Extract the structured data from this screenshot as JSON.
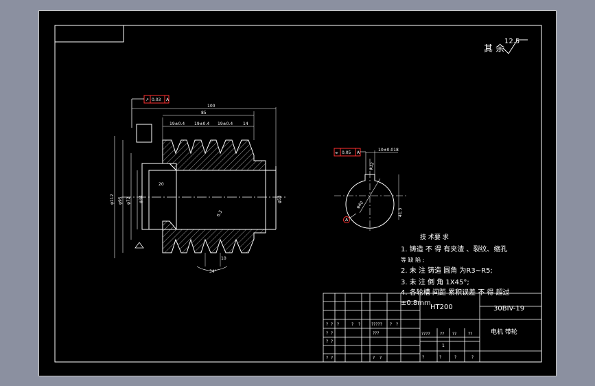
{
  "drawing": {
    "roughness_note": {
      "prefix": "其 余",
      "value": "12.5"
    },
    "main_view": {
      "runout_tolerance": {
        "symbol": "↗",
        "value": "0.03",
        "datum": "A"
      },
      "dimensions": {
        "overall_length": "100",
        "groove_span": "85",
        "groove_pitch_1": "19±0.4",
        "groove_pitch_2": "19±0.4",
        "groove_pitch_3": "19±0.4",
        "end_offset": "14",
        "dia_outer": "φ112",
        "dia_datum": "φ95",
        "dia_groove": "φ72",
        "dia_bore": "φ34",
        "dia_hub": "φ53",
        "chamfer_depth": "20",
        "groove_width": "10",
        "groove_angle": "34°",
        "roughness_mark": "6.3"
      }
    },
    "section_view": {
      "symmetry_tolerance": {
        "symbol": "⌯",
        "value": "0.05",
        "datum": "A"
      },
      "keyway_width": "10±0.018",
      "keyway_depth": "41.3",
      "bore_diameter": "φ40",
      "datum_label": "A",
      "side_mark": "φ32"
    },
    "technical_requirements": {
      "title": "技 术要 求",
      "items": [
        "1. 铸造 不 得 有夹渣 、裂纹、缩孔",
        "等 缺 陷 ;",
        "2. 未 注 铸造 圆角 为R3~R5;",
        "3. 未 注 倒 角 1X45°;",
        "4. 各轮槽 间距 累积误差 不 得 超过",
        "±0.8mm"
      ]
    },
    "title_block": {
      "material": "HT200",
      "drawing_no": "30BIV-19",
      "part_name": "电机 带轮",
      "row_a_cells": [
        "?",
        "?",
        "?",
        "?",
        "?",
        "?????",
        "?",
        "?"
      ],
      "row_b_cells": [
        "?",
        "?",
        "???"
      ],
      "row_c_cells": [
        "?",
        "?"
      ],
      "row_d_cells": [
        "?",
        "?",
        "?",
        "?"
      ],
      "info_row": [
        "????",
        "??",
        "??",
        "??"
      ],
      "info_row2": [
        "1"
      ],
      "bottom_row": [
        "?",
        "?",
        "?",
        "?"
      ]
    }
  }
}
